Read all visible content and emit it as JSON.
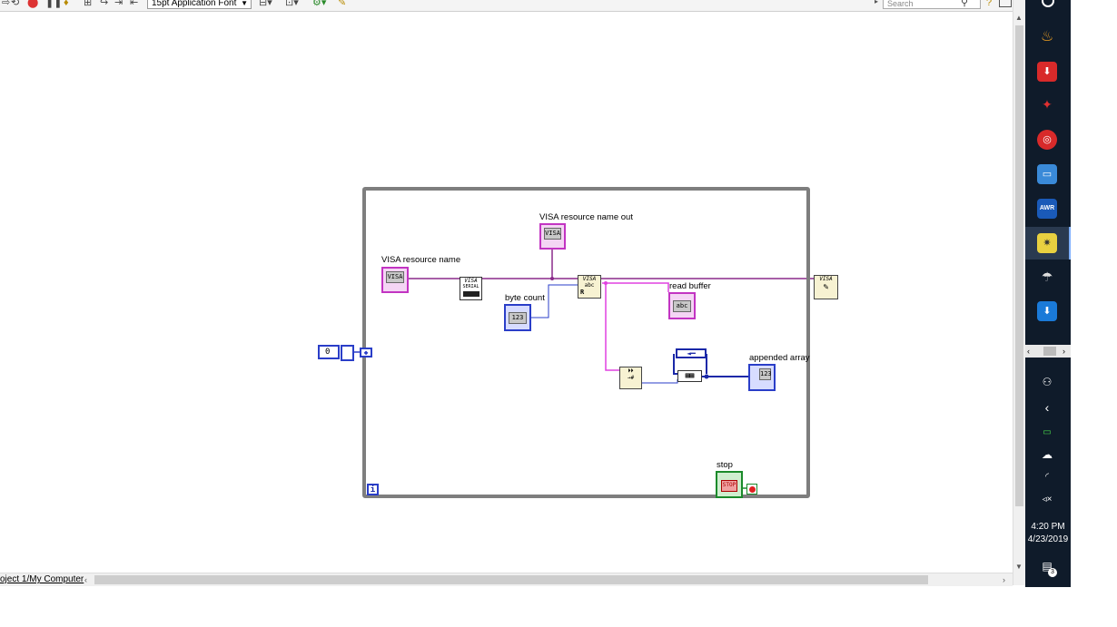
{
  "toolbar": {
    "font_selector": "15pt Application Font",
    "search_placeholder": "Search"
  },
  "diagram": {
    "controls": {
      "visa_resource_name": "VISA resource name",
      "visa_resource_name_out": "VISA resource name out",
      "byte_count": "byte count",
      "read_buffer": "read buffer",
      "appended_array": "appended array",
      "stop": "stop"
    },
    "terminals": {
      "visa_tag": "VISA",
      "numeric_tag": "123",
      "string_tag": "abc",
      "stop_button": "STOP",
      "serial_tag": "SERIAL",
      "shift_init_value": "0",
      "loop_index": "i"
    }
  },
  "statusbar": {
    "project_path": "oject 1/My Computer"
  },
  "taskbar": {
    "time": "4:20 PM",
    "date": "4/23/2019",
    "notification_count": "3"
  }
}
